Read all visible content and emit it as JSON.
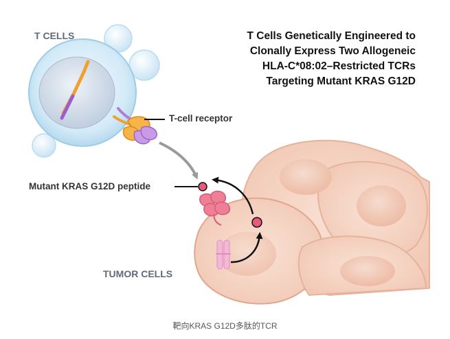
{
  "title_lines": [
    "T Cells Genetically Engineered to",
    "Clonally Express Two Allogeneic",
    "HLA-C*08:02–Restricted TCRs",
    "Targeting Mutant KRAS G12D"
  ],
  "labels": {
    "t_cells": "T CELLS",
    "t_cell_receptor": "T-cell receptor",
    "mutant_peptide": "Mutant KRAS G12D peptide",
    "tumor_cells": "TUMOR CELLS"
  },
  "caption": "靶向KRAS G12D多肽的TCR",
  "colors": {
    "t_cell_fill": "#d6ecf8",
    "tumor_fill": "#f6d6c6",
    "tumor_edge": "#e0ad97",
    "receptor_orange": "#f0a030",
    "receptor_purple": "#b27bd8",
    "peptide_pink": "#e85a7a",
    "chromosome_pink": "#f2b8d8",
    "arrow_gray": "#9a9a9a"
  }
}
